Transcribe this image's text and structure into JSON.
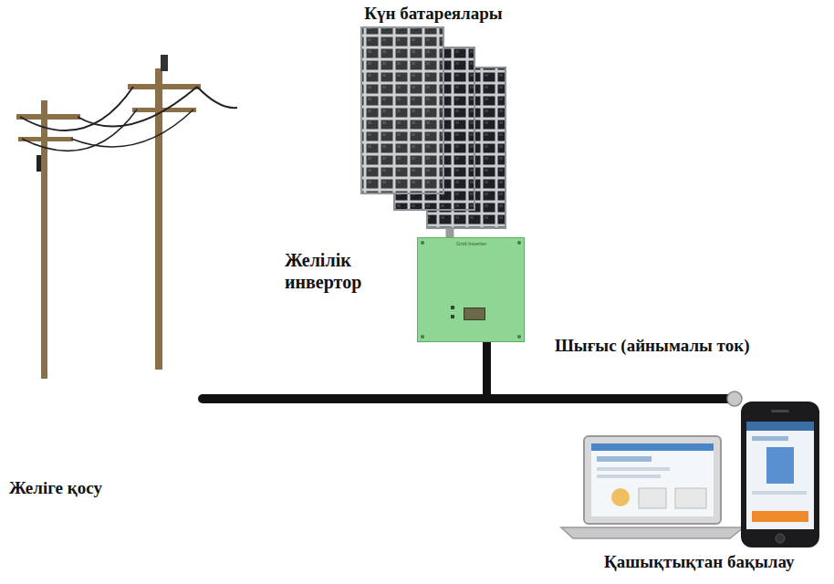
{
  "diagram": {
    "nodes": [
      {
        "text": [
          "Күн батареялары"
        ]
      },
      {
        "text": [
          "Желілік инвертор",
          "Grid Inverter"
        ]
      }
    ],
    "edges": [
      {
        "from": 0,
        "to": 1,
        "arrow": "none"
      }
    ],
    "labels": [
      "Шығыс (айнымалы ток)",
      "Желіге қосу",
      "Қашықтықтан бақылау"
    ]
  }
}
